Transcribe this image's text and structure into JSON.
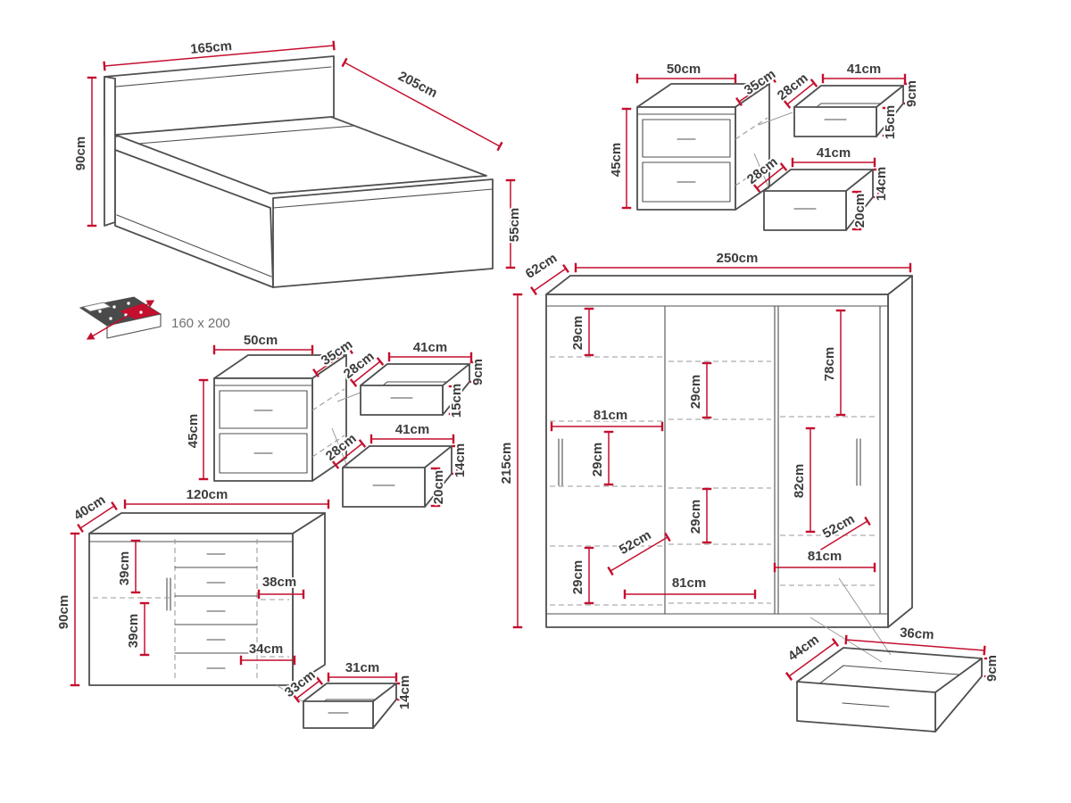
{
  "colors": {
    "outline": "#4f4f4f",
    "dimension_red": "#c40f2e",
    "label_text": "#3d3d3d",
    "dashed_gray": "#9a9a9a"
  },
  "bed": {
    "width": "165cm",
    "length": "205cm",
    "height": "90cm",
    "footboard_height": "55cm",
    "mattress_size": "160 x 200"
  },
  "nightstand_a": {
    "width": "50cm",
    "depth": "35cm",
    "height": "45cm",
    "drawer_top": {
      "depth": "28cm",
      "width": "41cm",
      "back_height": "9cm",
      "front_height": "15cm"
    },
    "drawer_bottom": {
      "depth": "28cm",
      "width": "41cm",
      "back_height": "14cm",
      "front_height": "20cm"
    }
  },
  "nightstand_b": {
    "width": "50cm",
    "depth": "35cm",
    "height": "45cm",
    "drawer_top": {
      "depth": "28cm",
      "width": "41cm",
      "back_height": "9cm",
      "front_height": "15cm"
    },
    "drawer_bottom": {
      "depth": "28cm",
      "width": "41cm",
      "back_height": "14cm",
      "front_height": "20cm"
    }
  },
  "dresser": {
    "depth": "40cm",
    "width": "120cm",
    "height": "90cm",
    "upper_section": "39cm",
    "upper_shelf_width": "38cm",
    "lower_section": "39cm",
    "lower_shelf_width": "34cm",
    "drawer": {
      "depth": "33cm",
      "width": "31cm",
      "height": "14cm"
    }
  },
  "wardrobe": {
    "depth": "62cm",
    "width": "250cm",
    "height": "215cm",
    "left_top_gap": "29cm",
    "middle_upper_gap": "29cm",
    "right_upper_section": "78cm",
    "left_section_width": "81cm",
    "left_middle_gap": "29cm",
    "right_middle_section": "82cm",
    "middle_lower_gap": "29cm",
    "left_usable_depth": "52cm",
    "left_bottom_gap": "29cm",
    "right_usable_depth": "52cm",
    "right_section_width": "81cm",
    "middle_section_width": "81cm",
    "drawer": {
      "depth": "44cm",
      "width": "36cm",
      "height": "9cm"
    }
  }
}
